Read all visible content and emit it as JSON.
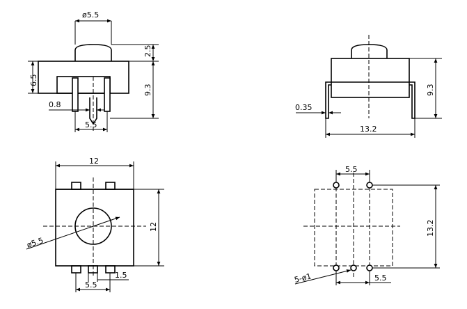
{
  "views": {
    "front": {
      "dim_top_diameter": "ø5.5",
      "dim_cap_height": "2.5",
      "dim_body_height": "6.5",
      "dim_total_height": "9.3",
      "dim_pin_width": "0.8",
      "dim_pin_spacing": "5.5"
    },
    "side": {
      "dim_total_height": "9.3",
      "dim_lead_thickness": "0.35",
      "dim_lead_span": "13.2"
    },
    "top": {
      "dim_width": "12",
      "dim_height": "12",
      "dim_button_diameter": "ø5.5",
      "dim_pin_spacing": "5.5",
      "dim_pin_size": "1.5"
    },
    "footprint": {
      "dim_hole_spacing_top": "5.5",
      "dim_outer_span": "13.2",
      "dim_holes": "5-ø1",
      "dim_hole_spacing_bottom": "5.5"
    }
  }
}
